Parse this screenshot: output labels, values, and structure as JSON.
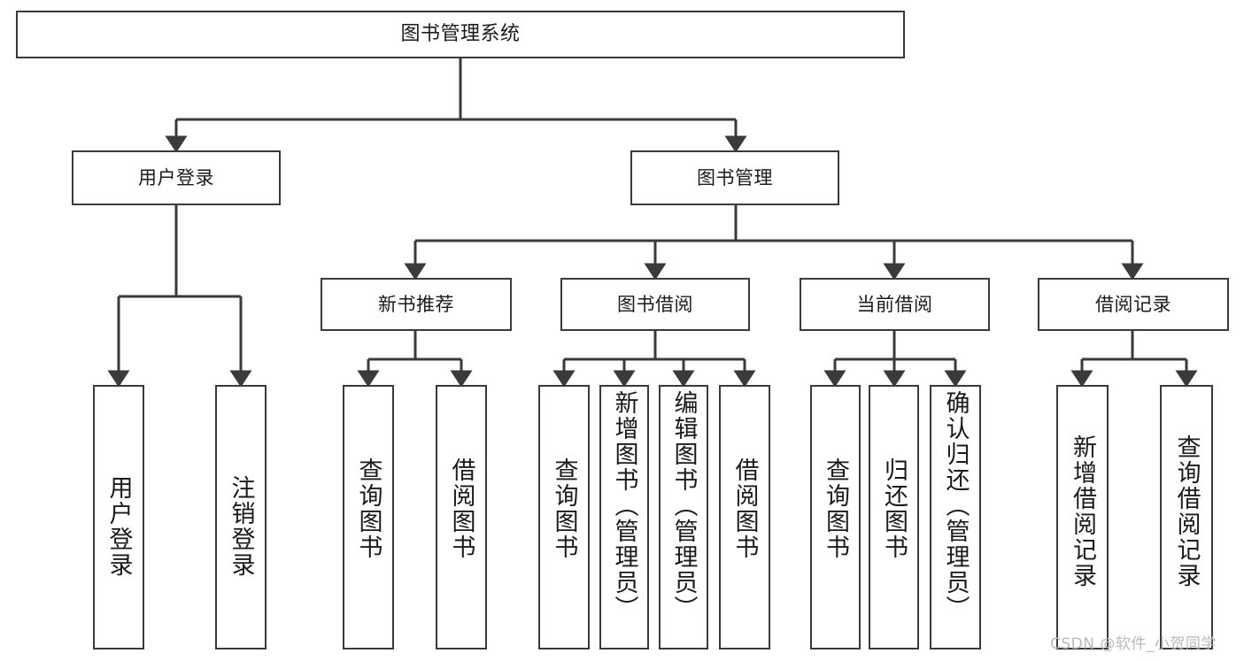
{
  "diagram": {
    "title": "图书管理系统",
    "type": "tree-hierarchy-chart",
    "root": {
      "id": "root",
      "label": "图书管理系统"
    },
    "level2": [
      {
        "id": "user-login",
        "label": "用户登录"
      },
      {
        "id": "book-manage",
        "label": "图书管理"
      }
    ],
    "level3": [
      {
        "id": "new-book-rec",
        "label": "新书推荐"
      },
      {
        "id": "book-borrow",
        "label": "图书借阅"
      },
      {
        "id": "current-borrow",
        "label": "当前借阅"
      },
      {
        "id": "borrow-record",
        "label": "借阅记录"
      }
    ],
    "leaves": {
      "user_login": [
        {
          "id": "leaf-user-login",
          "label": "用户登录"
        },
        {
          "id": "leaf-logout",
          "label": "注销登录"
        }
      ],
      "new_book_rec": [
        {
          "id": "leaf-query-book-1",
          "label": "查询图书"
        },
        {
          "id": "leaf-borrow-book-1",
          "label": "借阅图书"
        }
      ],
      "book_borrow": [
        {
          "id": "leaf-query-book-2",
          "label": "查询图书"
        },
        {
          "id": "leaf-add-book",
          "label": "新增图书（管理员）"
        },
        {
          "id": "leaf-edit-book",
          "label": "编辑图书（管理员）"
        },
        {
          "id": "leaf-borrow-book-2",
          "label": "借阅图书"
        }
      ],
      "current_borrow": [
        {
          "id": "leaf-query-book-3",
          "label": "查询图书"
        },
        {
          "id": "leaf-return-book",
          "label": "归还图书"
        },
        {
          "id": "leaf-confirm-return",
          "label": "确认归还（管理员）"
        }
      ],
      "borrow_record": [
        {
          "id": "leaf-add-record",
          "label": "新增借阅记录"
        },
        {
          "id": "leaf-query-record",
          "label": "查询借阅记录"
        }
      ]
    }
  },
  "watermark": {
    "text": "CSDN @软件_小贺同学"
  },
  "colors": {
    "stroke": "#3a3a3a",
    "background": "#ffffff",
    "text": "#1a1a1a",
    "watermark": "#b9b9b9"
  }
}
